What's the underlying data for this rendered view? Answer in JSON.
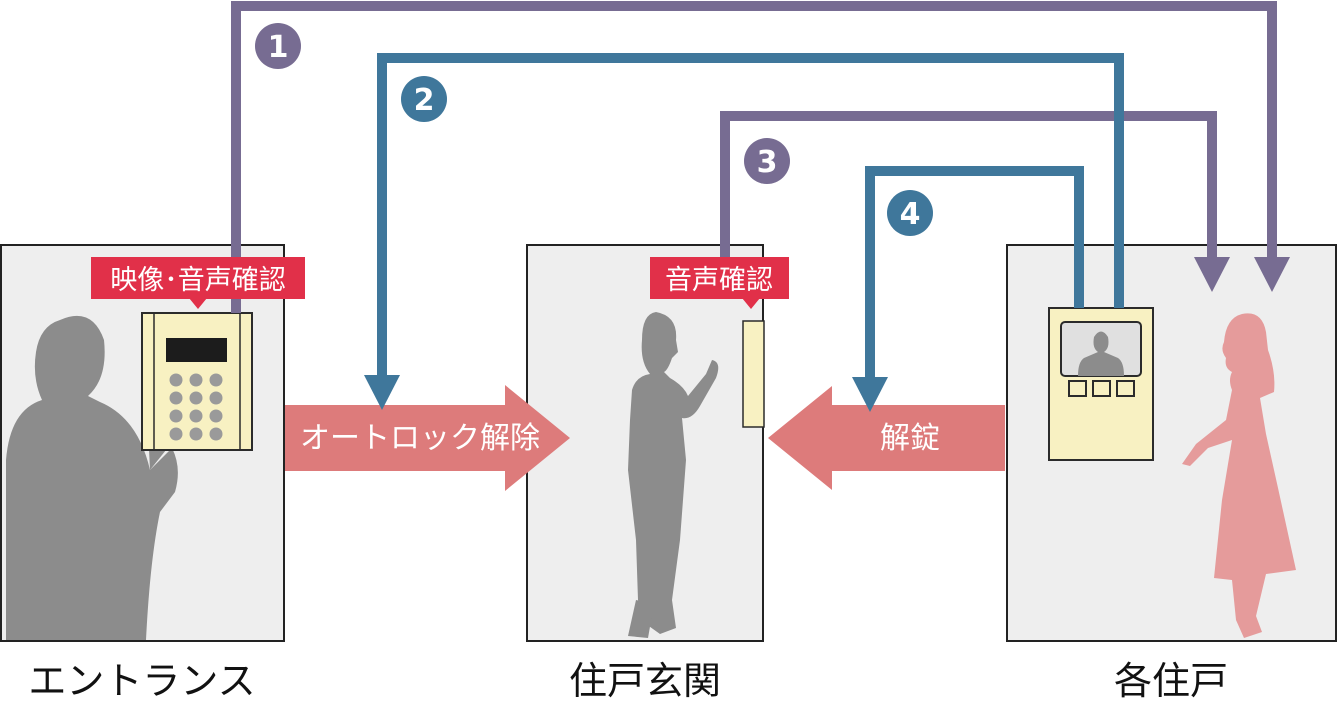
{
  "panels": {
    "entrance": {
      "caption": "エントランス",
      "tag": "映像･音声確認"
    },
    "door": {
      "caption": "住戸玄関",
      "tag": "音声確認"
    },
    "unit": {
      "caption": "各住戸"
    }
  },
  "arrows": {
    "autolock": "オートロック解除",
    "unlock": "解錠"
  },
  "steps": [
    "1",
    "2",
    "3",
    "4"
  ],
  "colors": {
    "purple": "#776c92",
    "blue": "#3f779b",
    "red_tag": "#e13049",
    "salmon": "#dd7b7b",
    "panel_bg": "#eeeeee",
    "silhouette": "#8c8c8c",
    "woman": "#e59b9b",
    "device": "#f8f1c2"
  }
}
